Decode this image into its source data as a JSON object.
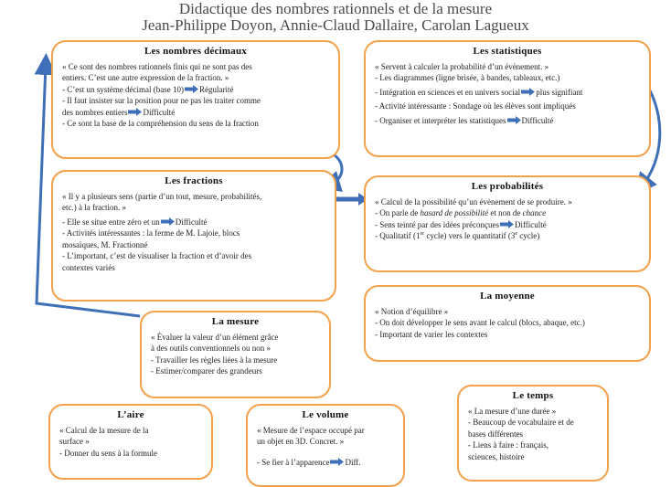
{
  "header": {
    "title_line1": "Didactique des nombres rationnels et de la mesure",
    "title_line2": "Jean-Philippe Doyon, Annie-Claud Dallaire, Carolan Lagueux"
  },
  "colors": {
    "box_border": "#f5a04a",
    "arrow": "#3f6fb8",
    "title": "#4a4a4a"
  },
  "boxes": {
    "decimaux": {
      "title": "Les nombres décimaux",
      "l1": "« Ce sont des nombres rationnels finis qui ne sont pas des",
      "l2": "entiers. C’est une autre expression de la fraction. »",
      "l3": "- C’est un système décimal (base 10)",
      "l3b": "Régularité",
      "l4": "- Il faut insister sur la position pour ne pas les traiter comme",
      "l5": "des nombres entiers",
      "l5b": "Difficulté",
      "l6": "- Ce sont la base de la compréhension du sens de la fraction"
    },
    "statistiques": {
      "title": "Les statistiques",
      "l1": "« Servent à calculer la probabilité d’un évènement. »",
      "l2": "- Les diagrammes (ligne brisée, à bandes, tableaux, etc.)",
      "l3": "- Intégration en sciences et en univers social",
      "l3b": "plus signifiant",
      "l4": "- Activité intéressante : Sondage où les élèves sont impliqués",
      "l5": "- Organiser et interpréter les statistiques",
      "l5b": "Difficulté"
    },
    "fractions": {
      "title": "Les fractions",
      "l1": "« Il y a plusieurs sens (partie d’un tout, mesure, probabilités,",
      "l2": "etc.) à la fraction. »",
      "l3": "- Elle se situe entre zéro et un",
      "l3b": "Difficulté",
      "l4": "- Activités intéressantes : la ferme de M. Lajoie, blocs",
      "l5": "mosaïques, M. Fractionné",
      "l6": "- L’important, c’est de visualiser la fraction et d’avoir des",
      "l7": "contextes variés"
    },
    "probabilites": {
      "title": "Les probabilités",
      "l1": "« Calcul de la possibilité qu’un évènement de se produire. »",
      "l2a": "- On parle de ",
      "l2b": "hasard de possibilité",
      "l2c": " et non de ",
      "l2d": "chance",
      "l3": "- Sens teinté par des idées préconçues",
      "l3b": "Difficulté",
      "l4a": "- Qualitatif (1",
      "l4b": "er",
      "l4c": " cycle) vers le quantitatif (3",
      "l4d": "e",
      "l4e": " cycle)"
    },
    "moyenne": {
      "title": "La moyenne",
      "l1": "« Notion d’équilibre »",
      "l2": "- On doit développer le sens avant le calcul (blocs, abaque, etc.)",
      "l3": "- Important de varier les contextes"
    },
    "mesure": {
      "title": "La mesure",
      "l1": "« Évaluer la valeur d’un élément grâce",
      "l2": "à des outils conventionnels ou non »",
      "l3": "- Travailler les règles liées à la mesure",
      "l4": "- Estimer/comparer des grandeurs"
    },
    "aire": {
      "title": "L’aire",
      "l1": "« Calcul de la mesure de la",
      "l2": "surface »",
      "l3": "- Donner du sens à la formule"
    },
    "volume": {
      "title": "Le volume",
      "l1": "« Mesure de l’espace occupé par",
      "l2": "un objet en 3D. Concret. »",
      "l3": "- Se fier à l’apparence",
      "l3b": "Diff."
    },
    "temps": {
      "title": "Le temps",
      "l1": "« La mesure d’une durée »",
      "l2": "- Beaucoup de vocabulaire et de",
      "l3": "bases différentes",
      "l4": "- Liens à faire : français,",
      "l5": "sciences, histoire"
    }
  }
}
